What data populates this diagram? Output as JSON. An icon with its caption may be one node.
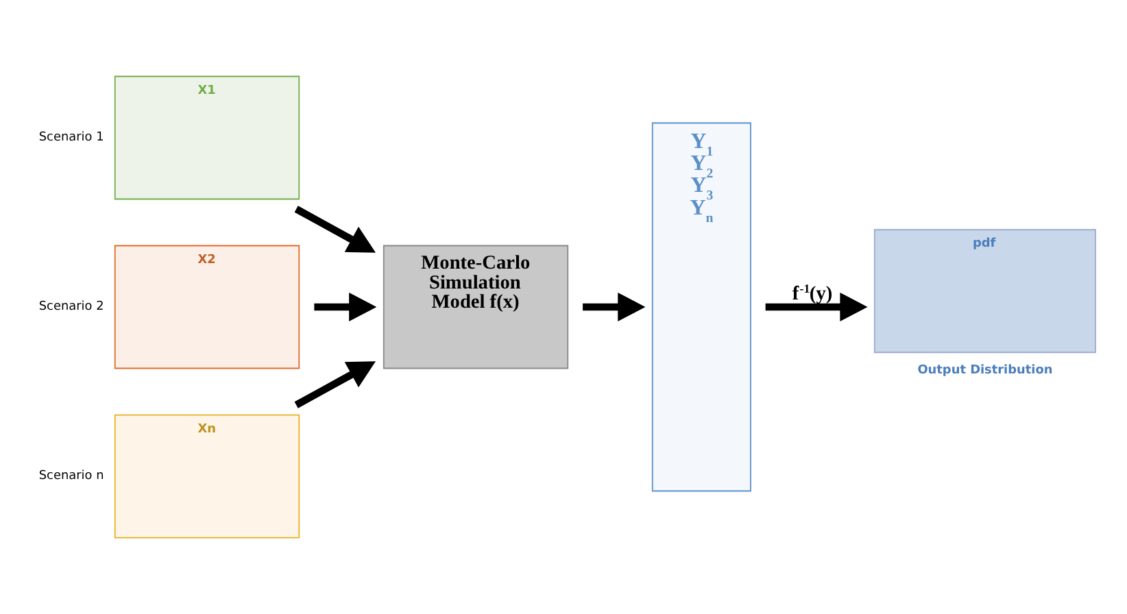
{
  "diagram": {
    "nodes": [
      {
        "text": [
          "X1"
        ],
        "beside": [
          "Scenario 1"
        ]
      },
      {
        "text": [
          "X2"
        ],
        "beside": [
          "Scenario 2"
        ]
      },
      {
        "text": [
          "Xn"
        ],
        "beside": [
          "Scenario n"
        ]
      },
      {
        "text": [
          "Monte-Carlo Simulation Model f(x)"
        ]
      },
      {
        "text": [
          "Y$_{1}$",
          "Y$_{2}$",
          "Y$_{3}$",
          "Y$_{n}$"
        ]
      },
      {
        "text": [
          "pdf"
        ],
        "beside": [
          "Output Distribution"
        ]
      }
    ],
    "edges": [
      {
        "from": 0,
        "to": 3,
        "arrow": "to"
      },
      {
        "from": 1,
        "to": 3,
        "arrow": "to"
      },
      {
        "from": 2,
        "to": 3,
        "arrow": "to"
      },
      {
        "from": 3,
        "to": 4,
        "arrow": "to"
      },
      {
        "from": 4,
        "to": 5,
        "label": "f$^{-1}$(y)",
        "arrow": "to"
      }
    ]
  }
}
